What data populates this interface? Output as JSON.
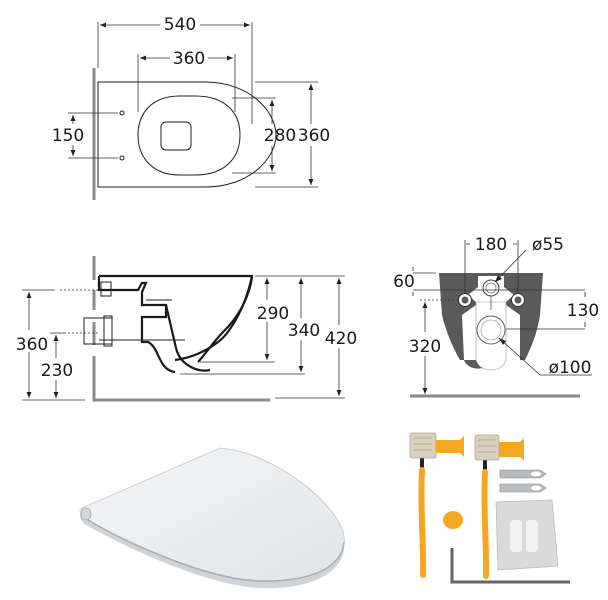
{
  "top_view": {
    "label": "top-view",
    "dims": {
      "overall_length": "540",
      "seat_length": "360",
      "fixing_spacing": "150",
      "inner_width": "280",
      "overall_width": "360"
    }
  },
  "side_view": {
    "label": "side-view",
    "dims": {
      "outlet_height": "360",
      "inlet_height": "230",
      "rim_to_bowl": "290",
      "rim_to_base": "340",
      "rim_to_floor": "420"
    }
  },
  "rear_view": {
    "label": "rear-view",
    "dims": {
      "bolt_spacing": "180",
      "inlet_diameter": "ø55",
      "top_offset": "60",
      "inlet_to_outlet": "130",
      "bolt_height": "320",
      "outlet_diameter": "ø100"
    },
    "colors": {
      "body_fill": "#5a5a5a"
    }
  },
  "photos": {
    "seat": {
      "label": "toilet-seat-photo"
    },
    "kit": {
      "label": "mounting-kit-photo",
      "accent": "#f5a623"
    }
  }
}
